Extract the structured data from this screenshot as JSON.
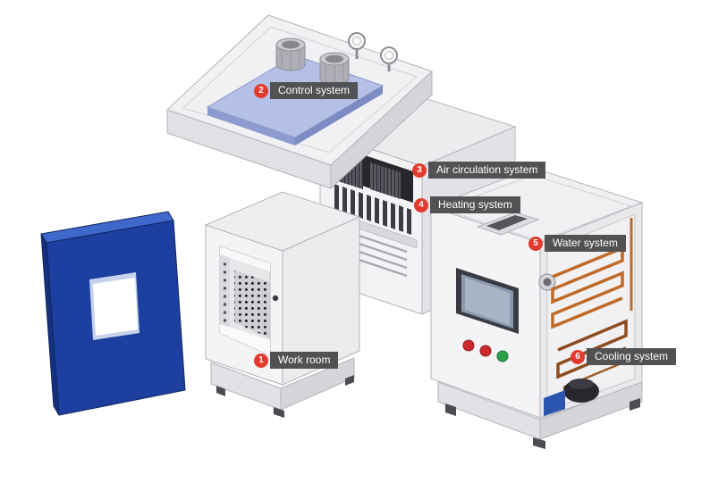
{
  "callouts": [
    {
      "number": "1",
      "label": "Work room"
    },
    {
      "number": "2",
      "label": "Control system"
    },
    {
      "number": "3",
      "label": "Air circulation system"
    },
    {
      "number": "4",
      "label": "Heating system"
    },
    {
      "number": "5",
      "label": "Water system"
    },
    {
      "number": "6",
      "label": "Cooling system"
    }
  ],
  "colors": {
    "badge": "#e23b2e",
    "label_bg": "#515254",
    "label_text": "#ffffff",
    "door_blue": "#1d3f9f",
    "panel_blue": "#b5c0e6",
    "copper": "#c06a28",
    "button_red": "#cc2a2a",
    "button_green": "#2ca04a"
  }
}
